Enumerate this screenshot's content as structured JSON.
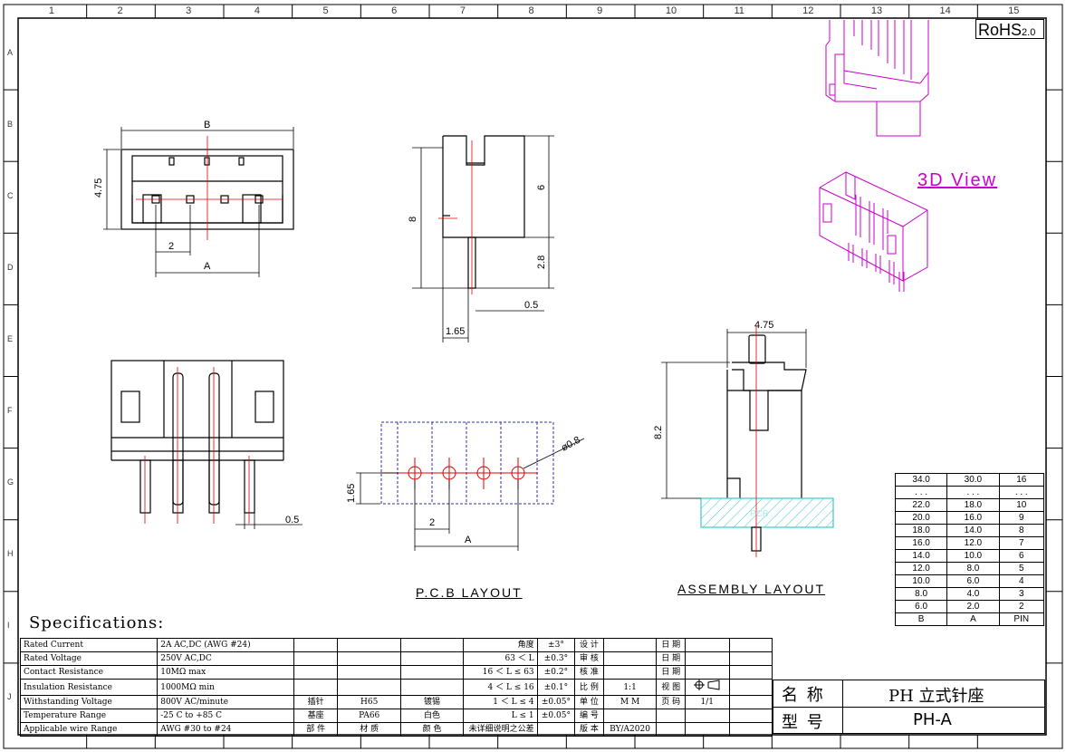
{
  "border": {
    "columns": [
      "1",
      "2",
      "3",
      "4",
      "5",
      "6",
      "7",
      "8",
      "9",
      "10",
      "11",
      "12",
      "13",
      "14",
      "15"
    ],
    "rows": [
      "A",
      "B",
      "C",
      "D",
      "E",
      "F",
      "G",
      "H",
      "I",
      "J"
    ]
  },
  "rohs": {
    "main": "RoHS",
    "sub": "2.0"
  },
  "view3d_label": "3D View",
  "top_view": {
    "dim_b": "B",
    "dim_h": "4.75",
    "dim_pitch": "2",
    "dim_a": "A"
  },
  "side_view": {
    "dim_total": "8",
    "dim_body": "6",
    "dim_pin": "2.8",
    "dim_pin_w": "0.5",
    "dim_offset": "1.65"
  },
  "front_view": {
    "dim_pin_w": "0.5"
  },
  "pcb": {
    "caption": "P.C.B LAYOUT",
    "dim_hole": "ø0.8",
    "dim_h": "1.65",
    "dim_pitch": "2",
    "dim_a": "A"
  },
  "assembly": {
    "caption": "ASSEMBLY LAYOUT",
    "dim_w": "4.75",
    "dim_h": "8.2",
    "board_label": "PCB"
  },
  "spec_title": "Specifications:",
  "specs": [
    {
      "name": "Rated Current",
      "value": "2A AC,DC (AWG #24)"
    },
    {
      "name": "Rated Voltage",
      "value": "250V AC,DC"
    },
    {
      "name": "Contact Resistance",
      "value": "10MΩ max"
    },
    {
      "name": "Insulation Resistance",
      "value": "1000MΩ min"
    },
    {
      "name": "Withstanding Voltage",
      "value": "800V AC/minute"
    },
    {
      "name": "Temperature Range",
      "value": "-25 C to +85 C"
    },
    {
      "name": "Applicable wire Range",
      "value": "AWG #30 to #24"
    }
  ],
  "materials": [
    {
      "part": "插针",
      "material": "H65",
      "finish_label": "镀锡",
      "finish": ""
    },
    {
      "part": "基座",
      "material": "PA66",
      "finish_label": "白色",
      "finish": ""
    },
    {
      "part": "部 件",
      "material": "材 质",
      "finish_label": "颜 色",
      "finish": ""
    }
  ],
  "tolerance": [
    {
      "range": "角度",
      "tol": "±3°"
    },
    {
      "range": "63 ＜ L",
      "tol": "±0.3°"
    },
    {
      "range": "16 ＜ L ≤ 63",
      "tol": "±0.2°"
    },
    {
      "range": "4 ＜ L ≤ 16",
      "tol": "±0.1°"
    },
    {
      "range": "1 ＜ L ≤ 4",
      "tol": "±0.05°"
    },
    {
      "range": "L ≤ 1",
      "tol": "±0.05°"
    },
    {
      "range": "未详细说明之公差",
      "tol": ""
    }
  ],
  "approval": [
    {
      "label": "设 计",
      "value": "",
      "label2": "日 期",
      "value2": ""
    },
    {
      "label": "审 核",
      "value": "",
      "label2": "日 期",
      "value2": ""
    },
    {
      "label": "核 准",
      "value": "",
      "label2": "日 期",
      "value2": ""
    },
    {
      "label": "比 例",
      "value": "1:1",
      "label2": "视 图",
      "value2": ""
    },
    {
      "label": "单 位",
      "value": "M M",
      "label2": "页 码",
      "value2": "1/1"
    },
    {
      "label": "编 号",
      "value": "",
      "label2": "",
      "value2": ""
    },
    {
      "label": "版 本",
      "value": "BY/A2020",
      "label2": "",
      "value2": ""
    }
  ],
  "title_block": {
    "name_label": "名 称",
    "name_value": "PH 立式针座",
    "model_label": "型 号",
    "model_value": "PH-A"
  },
  "pin_table": {
    "header": [
      "B",
      "A",
      "PIN"
    ],
    "rows": [
      [
        "34.0",
        "30.0",
        "16"
      ],
      [
        ". . .",
        ". . .",
        ". . ."
      ],
      [
        "22.0",
        "18.0",
        "10"
      ],
      [
        "20.0",
        "16.0",
        "9"
      ],
      [
        "18.0",
        "14.0",
        "8"
      ],
      [
        "16.0",
        "12.0",
        "7"
      ],
      [
        "14.0",
        "10.0",
        "6"
      ],
      [
        "12.0",
        "8.0",
        "5"
      ],
      [
        "10.0",
        "6.0",
        "4"
      ],
      [
        "8.0",
        "4.0",
        "3"
      ],
      [
        "6.0",
        "2.0",
        "2"
      ]
    ]
  },
  "colors": {
    "line": "#000000",
    "center": "#e00000",
    "magenta": "#cc00cc",
    "hatch": "#40c8c8",
    "dashed": "#3030a0"
  }
}
